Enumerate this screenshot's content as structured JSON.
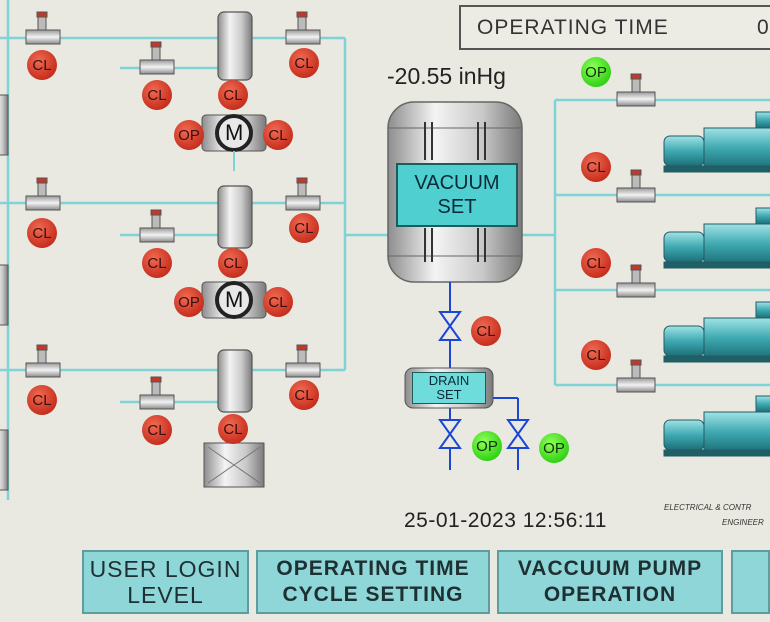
{
  "header": {
    "operating_time_label": "OPERATING TIME",
    "operating_time_value": "0"
  },
  "vacuum": {
    "pressure_reading": "-20.55 inHg",
    "tank_label_line1": "VACUUM",
    "tank_label_line2": "SET"
  },
  "drain": {
    "label_line1": "DRAIN",
    "label_line2": "SET"
  },
  "status": {
    "cl": "CL",
    "op": "OP"
  },
  "pump_motor": {
    "symbol": "M"
  },
  "footer": {
    "datetime": "25-01-2023 12:56:11",
    "company_line1": "ELECTRICAL & CONTR",
    "company_line2": "ENGINEER"
  },
  "buttons": [
    {
      "line1": "USER LOGIN",
      "line2": "LEVEL"
    },
    {
      "line1": "OPERATING TIME",
      "line2": "CYCLE SETTING"
    },
    {
      "line1": "VACCUUM PUMP",
      "line2": "OPERATION"
    }
  ],
  "colors": {
    "pipe": "#7fd3d6",
    "valve_blue": "#1c46d6",
    "closed_red": "#d23a26",
    "open_green": "#3ad41a",
    "panel_cyan": "#4fcfcf"
  }
}
